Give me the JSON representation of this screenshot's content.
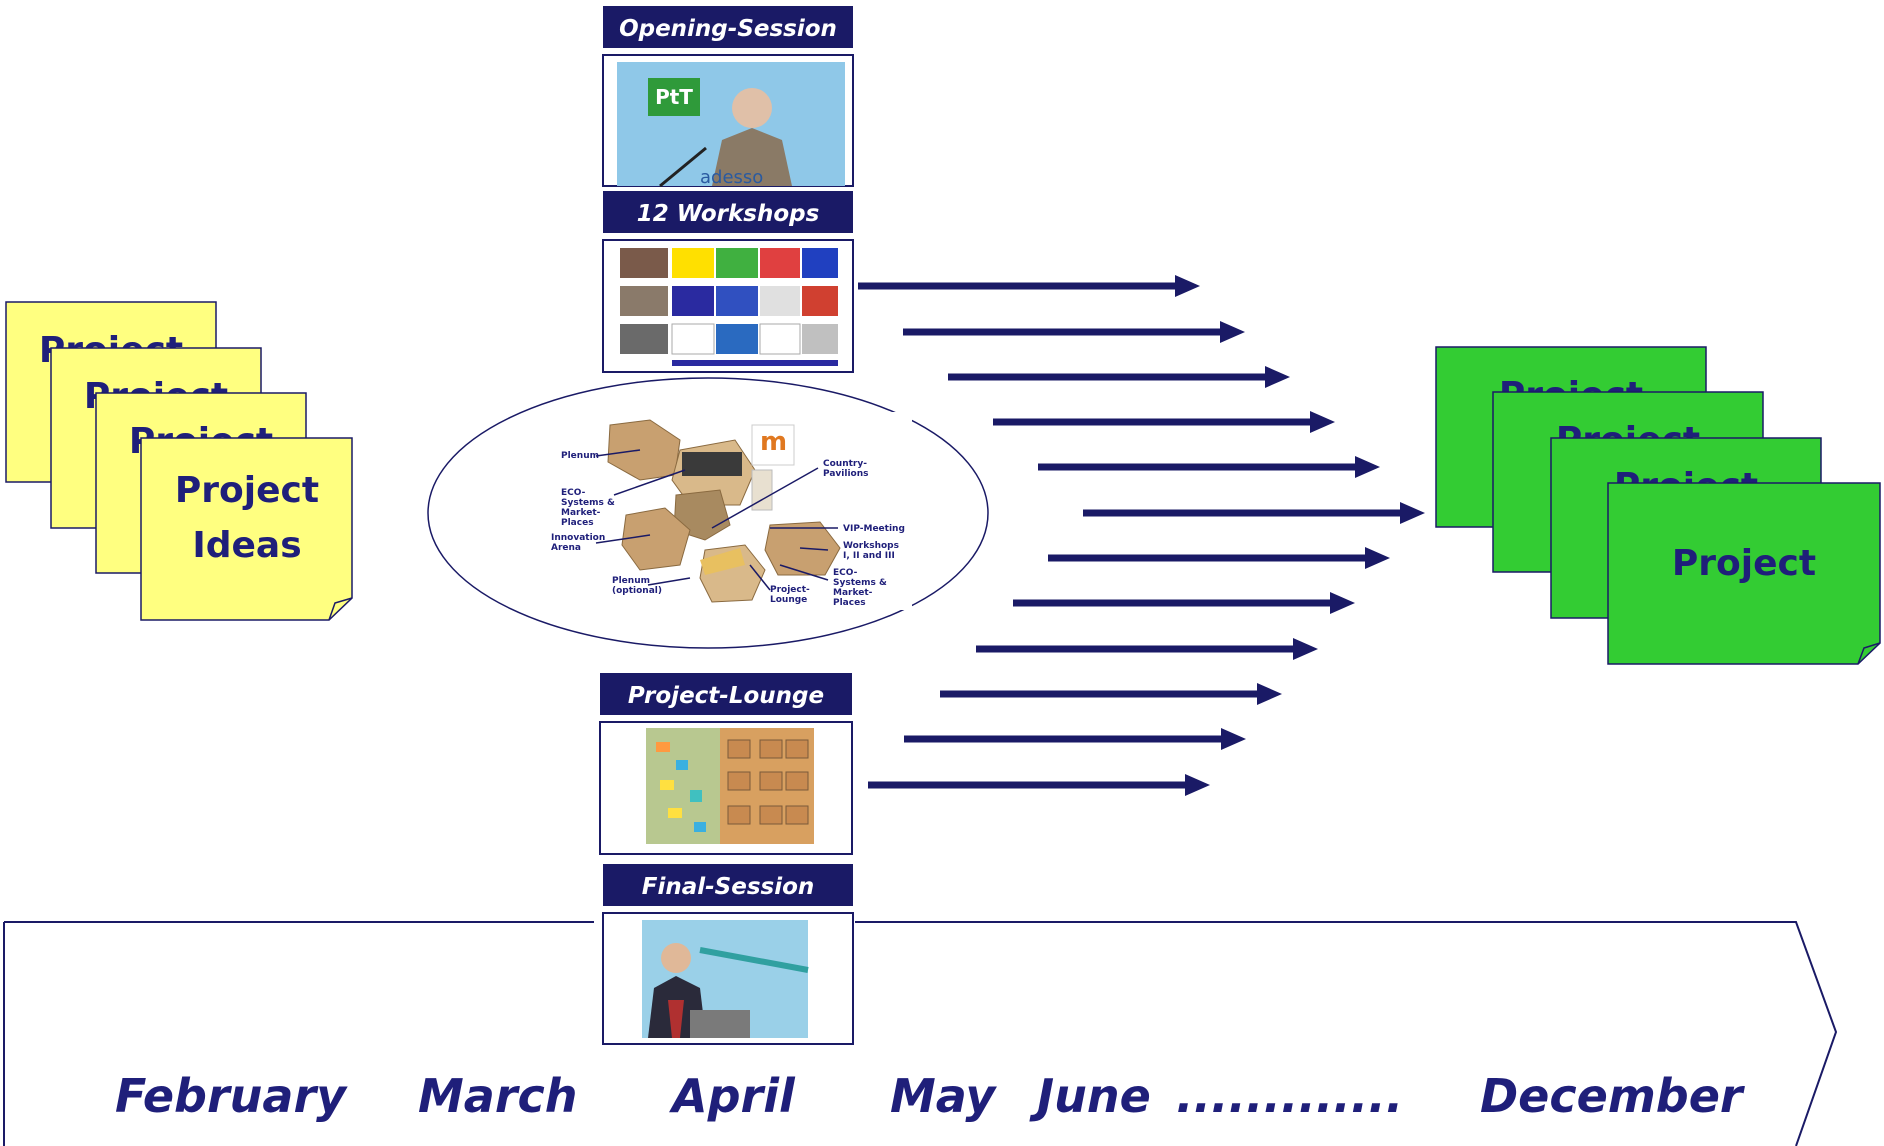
{
  "sessions": {
    "opening": {
      "label": "Opening-Session"
    },
    "workshops": {
      "label": "12 Workshops"
    },
    "lounge": {
      "label": "Project-Lounge"
    },
    "final": {
      "label": "Final-Session"
    }
  },
  "ideas": {
    "stack_text": "Project",
    "front_line1": "Project",
    "front_line2": "Ideas"
  },
  "projects": {
    "stack_text": "Project",
    "front": "Project"
  },
  "venue_map": {
    "labels": [
      "Plenum",
      "Country-",
      "Pavilions",
      "ECO-",
      "Systems &",
      "Market-",
      "Places",
      "Innovation",
      "Arena",
      "VIP-Meeting",
      "Workshops",
      "I, II and III",
      "ECO-",
      "Systems &",
      "Market-",
      "Places",
      "Plenum",
      "(optional)",
      "Project-",
      "Lounge"
    ]
  },
  "timeline": {
    "feb": "February",
    "mar": "March",
    "apr": "April",
    "may": "May",
    "jun": "June",
    "dots": ".............",
    "dec": "December"
  },
  "colors": {
    "navy": "#1a1a66",
    "yellow": "#ffff80",
    "green": "#33cc33"
  }
}
